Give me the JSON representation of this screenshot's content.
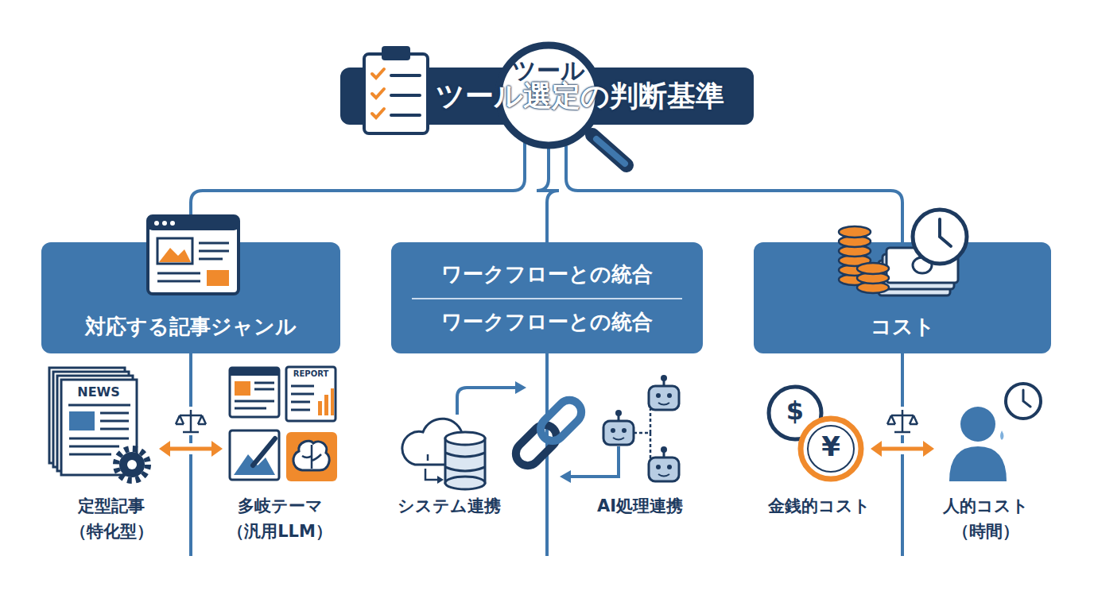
{
  "diagram": {
    "nodes": [
      {
        "text": [
          "ツール"
        ]
      },
      {
        "text": [
          "ツール選定の判断基準"
        ]
      },
      {
        "text": [
          "対応する記事ジャンル"
        ]
      },
      {
        "text": [
          "ワークフローとの統合",
          "ワークフローとの統合"
        ]
      },
      {
        "text": [
          "コスト"
        ]
      }
    ],
    "edges": [
      {
        "from": 0,
        "to": 2,
        "arrow": "none"
      },
      {
        "from": 0,
        "to": 3,
        "arrow": "none"
      },
      {
        "from": 0,
        "to": 4,
        "arrow": "none"
      }
    ],
    "labels": [
      "NEWS",
      "REPORT",
      "定型記事 （特化型）",
      "多岐テーマ （汎用LLM）",
      "システム連携",
      "AI処理連携",
      "$",
      "¥",
      "金銭的コスト",
      "人的コスト （時間）"
    ]
  }
}
